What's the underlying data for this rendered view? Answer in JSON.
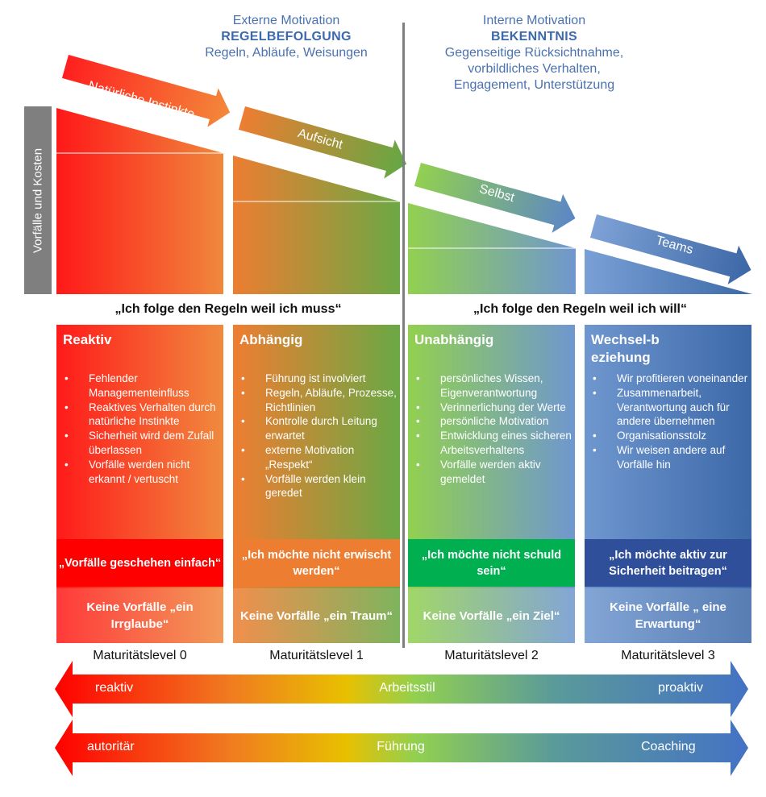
{
  "header_left": {
    "line1": "Externe Motivation",
    "line2": "REGELBEFOLGUNG",
    "line3": "Regeln, Abläufe, Weisungen"
  },
  "header_right": {
    "line1": "Interne Motivation",
    "line2": "BEKENNTNIS",
    "line3": "Gegenseitige Rücksichtnahme,",
    "line4": "vorbildliches Verhalten,",
    "line5": "Engagement, Unterstützung"
  },
  "y_axis_label": "Vorfälle und Kosten",
  "arrows": [
    "Natürliche Instinkte",
    "Aufsicht",
    "Selbst",
    "Teams"
  ],
  "slogan_left": "„Ich folge den Regeln weil ich muss“",
  "slogan_right": "„Ich folge den Regeln weil ich will“",
  "columns": [
    {
      "title": "Reaktiv",
      "bullets": [
        "Fehlender Managementeinfluss",
        "Reaktives Verhalten durch natürliche Instinkte",
        "Sicherheit wird dem Zufall überlassen",
        "Vorfälle werden nicht erkannt / vertuscht"
      ],
      "quote": "„Vorfälle geschehen einfach“",
      "bottom": "Keine Vorfälle „ein Irrglaube“",
      "level": "Maturitätslevel 0"
    },
    {
      "title": "Abhängig",
      "bullets": [
        "Führung ist involviert",
        "Regeln, Abläufe, Prozesse, Richtlinien",
        "Kontrolle durch Leitung erwartet",
        "externe Motivation „Respekt“",
        "Vorfälle werden klein geredet"
      ],
      "quote": "„Ich möchte nicht erwischt werden“",
      "bottom": "Keine Vorfälle „ein Traum“",
      "level": "Maturitätslevel 1"
    },
    {
      "title": "Unabhängig",
      "bullets": [
        "persönliches Wissen, Eigenverantwortung",
        "Verinnerlichung der Werte",
        "persönliche Motivation",
        "Entwicklung eines sicheren Arbeitsverhaltens",
        "Vorfälle werden aktiv gemeldet"
      ],
      "quote": "„Ich möchte nicht schuld sein“",
      "bottom": "Keine Vorfälle „ein Ziel“",
      "level": "Maturitätslevel 2"
    },
    {
      "title": "Wechsel-beziehung",
      "bullets": [
        "Wir profitieren voneinander",
        "Zusammenarbeit, Verantwortung auch für andere übernehmen",
        "Organisationsstolz",
        "Wir weisen andere auf Vorfälle hin"
      ],
      "quote": "„Ich möchte aktiv zur Sicherheit beitragen“",
      "bottom": "Keine Vorfälle „ eine Erwartung“",
      "level": "Maturitätslevel 3"
    }
  ],
  "arrow_arbeitsstil": {
    "left": "reaktiv",
    "center": "Arbeitsstil",
    "right": "proaktiv"
  },
  "arrow_fuehrung": {
    "left": "autoritär",
    "center": "Führung",
    "right": "Coaching"
  },
  "colors": {
    "red": "#ff1a1a",
    "orange": "#ef8a3c",
    "green": "#6aa844",
    "lightgreen": "#92d050",
    "blue": "#4f81bd",
    "darkblue": "#2f5597",
    "quote_bg": [
      "#ff0000",
      "#ed7d31",
      "#00b050",
      "#2f4f9a"
    ]
  }
}
